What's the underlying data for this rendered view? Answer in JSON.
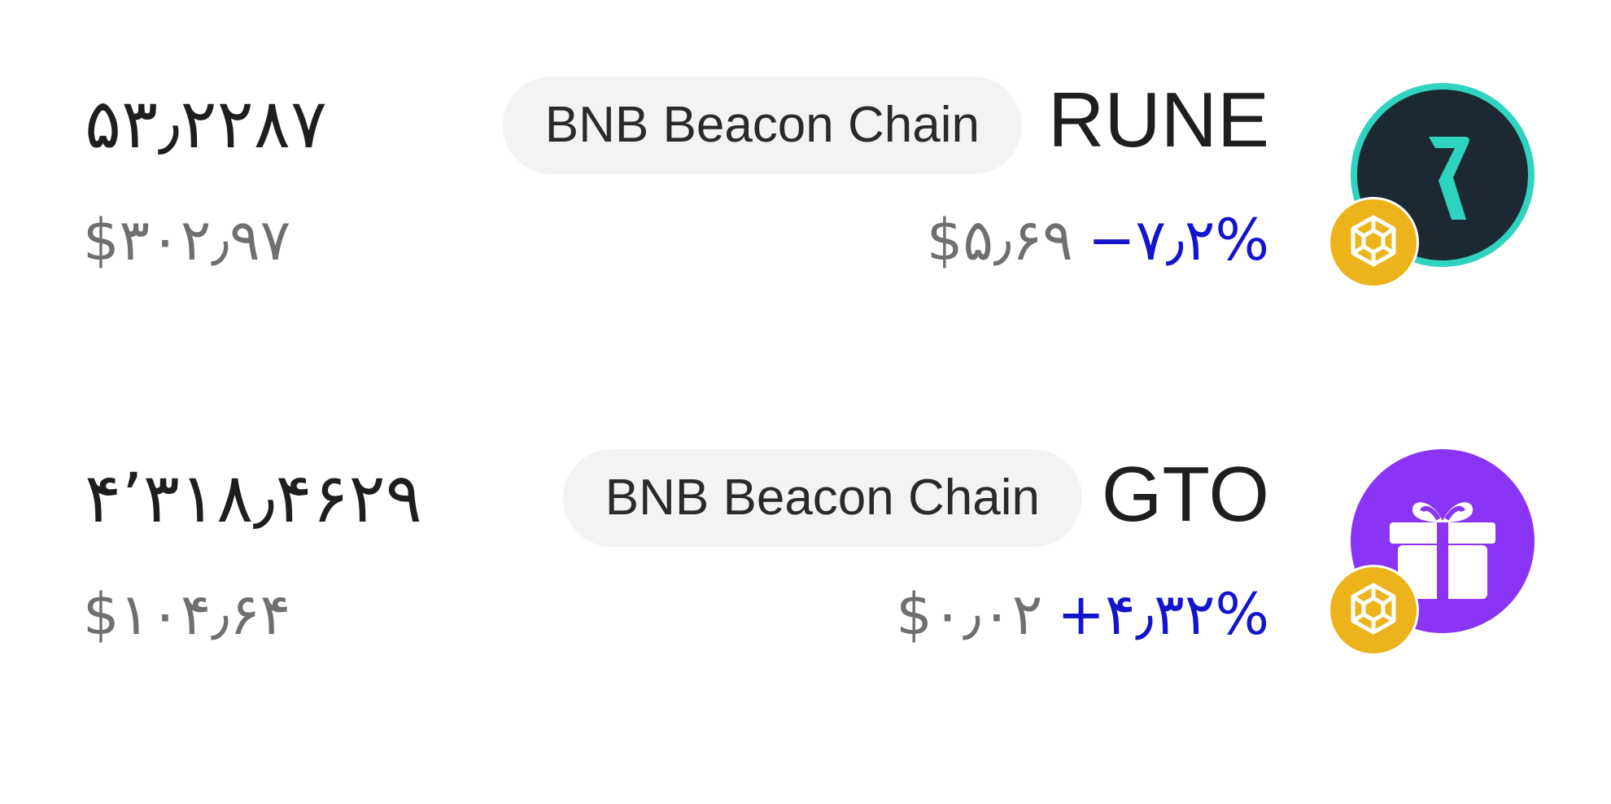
{
  "tokens": [
    {
      "symbol": "RUNE",
      "chain": "BNB Beacon Chain",
      "amount": "۵۳٫۲۲۸۷",
      "fiat_value": "$۳۰۲٫۹۷",
      "price": "$۵٫۶۹",
      "change": "−۷٫۲%",
      "icon": "rune-icon",
      "badge_icon": "bnb-chain-icon",
      "icon_color": "#1c2933",
      "icon_ring_color": "#2fd4c0"
    },
    {
      "symbol": "GTO",
      "chain": "BNB Beacon Chain",
      "amount": "۴٬۳۱۸٫۴۶۲۹",
      "fiat_value": "$۱۰۴٫۶۴",
      "price": "$۰٫۰۲",
      "change": "+۴٫۳۲%",
      "icon": "gift-icon",
      "badge_icon": "bnb-chain-icon",
      "icon_color": "#8a34f5"
    }
  ],
  "colors": {
    "change_text": "#1414cc",
    "secondary_text": "#6f6f6f",
    "primary_text": "#1e1e1e",
    "pill_background": "#f3f3f5",
    "bnb_badge": "#ecb31a"
  }
}
